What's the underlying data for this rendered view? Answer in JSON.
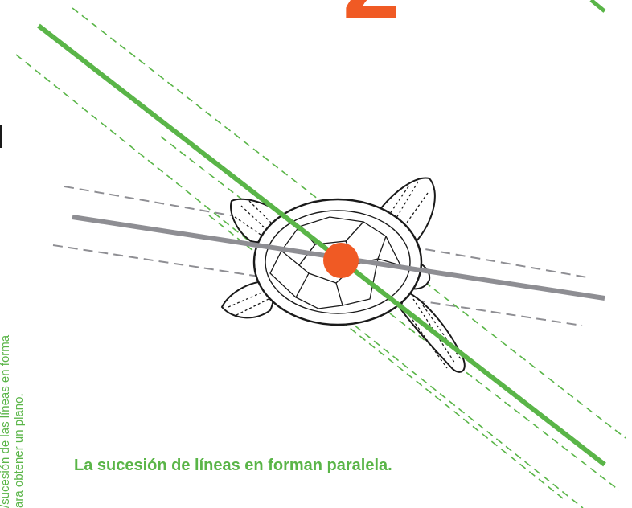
{
  "caption": "La sucesión de líneas en forman paralela.",
  "side_text": {
    "line1": "/sucesión de las líneas en forma",
    "line2": "ara obtener un plano."
  },
  "top_number": "2",
  "colors": {
    "green": "#5ab548",
    "gray": "#8e8e93",
    "orange": "#f05a24",
    "dark": "#1a1a1a"
  },
  "icons": {
    "turtle": "sea-turtle-illustration",
    "point": "intersection-point"
  }
}
